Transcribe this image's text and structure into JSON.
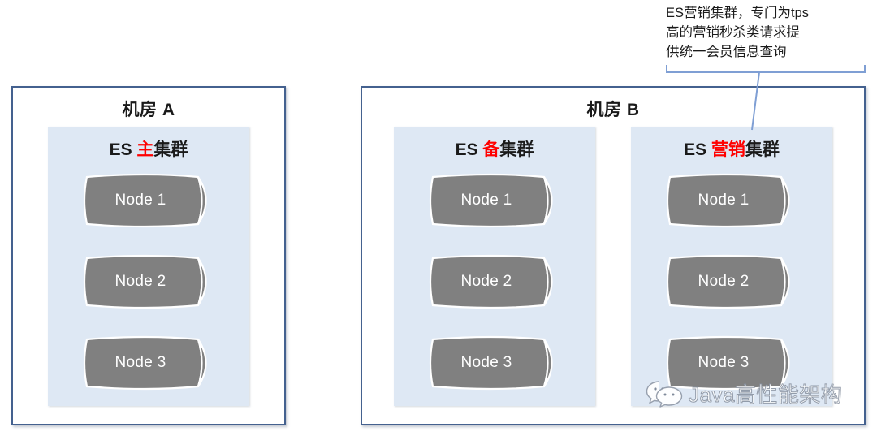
{
  "annotation": {
    "name": "es-marketing-cluster-note",
    "text": "ES营销集群，专门为tps高的营销秒杀类请求提供统一会员信息查询",
    "lines": [
      "ES营销集群，专门为tps",
      "高的营销秒杀类请求提",
      "供统一会员信息查询"
    ],
    "line_color": "#7f9fd4"
  },
  "rooms": [
    {
      "id": "room-a",
      "title": "机房 A",
      "clusters": [
        {
          "id": "cluster-primary",
          "title_prefix": "ES ",
          "title_highlight": "主",
          "title_suffix": "集群",
          "nodes": [
            "Node 1",
            "Node 2",
            "Node 3"
          ]
        }
      ]
    },
    {
      "id": "room-b",
      "title": "机房 B",
      "clusters": [
        {
          "id": "cluster-backup",
          "title_prefix": "ES ",
          "title_highlight": "备",
          "title_suffix": "集群",
          "nodes": [
            "Node 1",
            "Node 2",
            "Node 3"
          ]
        },
        {
          "id": "cluster-marketing",
          "title_prefix": "ES ",
          "title_highlight": "营销",
          "title_suffix": "集群",
          "nodes": [
            "Node 1",
            "Node 2",
            "Node 3"
          ]
        }
      ]
    }
  ],
  "watermark": {
    "icon": "wechat-icon",
    "text": "Java高性能架构"
  },
  "colors": {
    "container_border": "#44618f",
    "cluster_panel": "#dee8f4",
    "node_body": "#808080",
    "node_text": "#ffffff",
    "highlight_red": "#ff0000",
    "annotation_line": "#7f9fd4",
    "background": "#ffffff"
  }
}
